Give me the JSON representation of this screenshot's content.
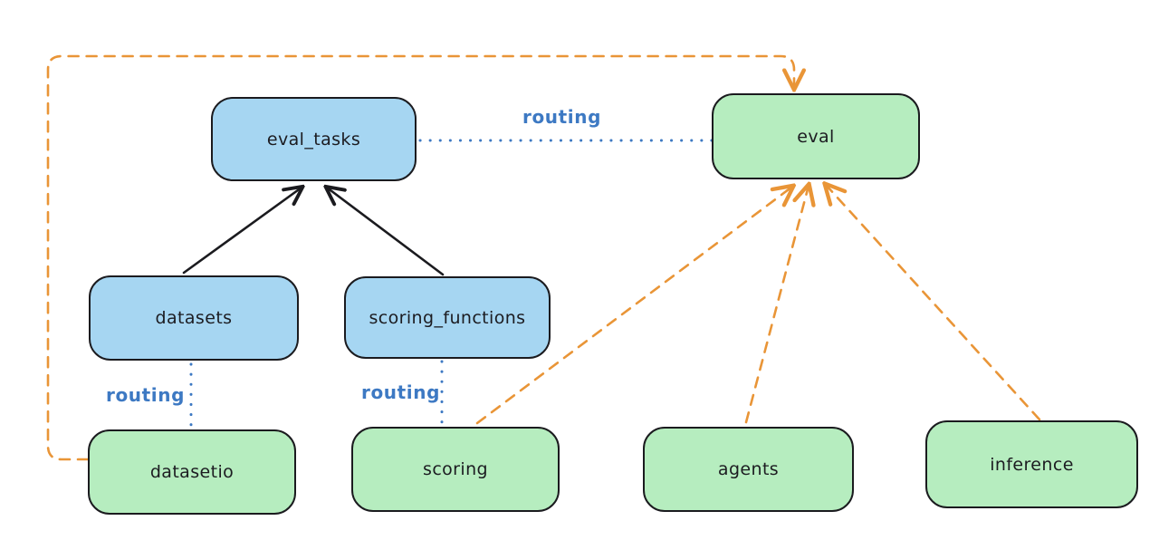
{
  "diagram": {
    "colors": {
      "background": "#ffffff",
      "node_border": "#1b1b1f",
      "blue_fill": "#a6d6f2",
      "green_fill": "#b6edbf",
      "routing_blue": "#3d79c3",
      "orange": "#e99537",
      "black_arrow": "#1b1b1f",
      "text": "#1c1c21"
    },
    "nodes": [
      {
        "id": "eval_tasks",
        "label": "eval_tasks",
        "type": "blue"
      },
      {
        "id": "eval",
        "label": "eval",
        "type": "green"
      },
      {
        "id": "datasets",
        "label": "datasets",
        "type": "blue"
      },
      {
        "id": "scoring_functions",
        "label": "scoring_functions",
        "type": "blue"
      },
      {
        "id": "datasetio",
        "label": "datasetio",
        "type": "green"
      },
      {
        "id": "scoring",
        "label": "scoring",
        "type": "green"
      },
      {
        "id": "agents",
        "label": "agents",
        "type": "green"
      },
      {
        "id": "inference",
        "label": "inference",
        "type": "green"
      }
    ],
    "edges": [
      {
        "from": "datasets",
        "to": "eval_tasks",
        "style": "solid-black-arrow",
        "label": ""
      },
      {
        "from": "scoring_functions",
        "to": "eval_tasks",
        "style": "solid-black-arrow",
        "label": ""
      },
      {
        "from": "eval_tasks",
        "to": "eval",
        "style": "dotted-blue",
        "label": "routing"
      },
      {
        "from": "datasets",
        "to": "datasetio",
        "style": "dotted-blue",
        "label": "routing"
      },
      {
        "from": "scoring_functions",
        "to": "scoring",
        "style": "dotted-blue",
        "label": "routing"
      },
      {
        "from": "datasetio",
        "to": "eval",
        "style": "dashed-orange-arrow",
        "label": ""
      },
      {
        "from": "scoring",
        "to": "eval",
        "style": "dashed-orange-arrow",
        "label": ""
      },
      {
        "from": "agents",
        "to": "eval",
        "style": "dashed-orange-arrow",
        "label": ""
      },
      {
        "from": "inference",
        "to": "eval",
        "style": "dashed-orange-arrow",
        "label": ""
      }
    ]
  }
}
